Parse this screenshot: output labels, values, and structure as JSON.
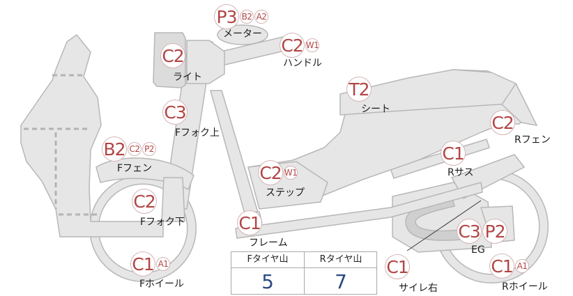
{
  "parts": {
    "meter": {
      "codes": [
        "P3",
        "B2",
        "A2"
      ],
      "label": "メーター"
    },
    "handle": {
      "codes": [
        "C2",
        "W1"
      ],
      "label": "ハンドル"
    },
    "light": {
      "codes": [
        "C2"
      ],
      "label": "ライト"
    },
    "seat": {
      "codes": [
        "T2"
      ],
      "label": "シート"
    },
    "fork_upper": {
      "codes": [
        "C3"
      ],
      "label": "Fフォク上"
    },
    "r_fender": {
      "codes": [
        "C2"
      ],
      "label": "Rフェン"
    },
    "f_fender": {
      "codes": [
        "B2",
        "C2",
        "P2"
      ],
      "label": "Fフェン"
    },
    "r_sus": {
      "codes": [
        "C1"
      ],
      "label": "Rサス"
    },
    "step": {
      "codes": [
        "C2",
        "W1"
      ],
      "label": "ステップ"
    },
    "fork_lower": {
      "codes": [
        "C2"
      ],
      "label": "Fフォク下"
    },
    "frame": {
      "codes": [
        "C1"
      ],
      "label": "フレーム"
    },
    "eg": {
      "codes": [
        "C3",
        "P2"
      ],
      "label": "EG"
    },
    "f_wheel": {
      "codes": [
        "C1",
        "A1"
      ],
      "label": "Fホイール"
    },
    "muffler_r": {
      "codes": [
        "C1"
      ],
      "label": "サイレ右"
    },
    "r_wheel": {
      "codes": [
        "C1",
        "A1"
      ],
      "label": "Rホイール"
    }
  },
  "tread": {
    "front_label": "Fタイヤ山",
    "front_value": "5",
    "rear_label": "Rタイヤ山",
    "rear_value": "7"
  }
}
